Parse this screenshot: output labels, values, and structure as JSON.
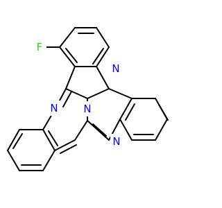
{
  "molecule": {
    "atom_labels": {
      "fluorine": "F",
      "nitrogen_top": "N",
      "nitrogen_left": "N",
      "nitrogen_center": "N",
      "nitrogen_bottom": "N"
    },
    "colors": {
      "bond": "#000000",
      "fluorine": "#32cd32",
      "nitrogen": "#0000ff",
      "background": "#ffffff"
    }
  }
}
